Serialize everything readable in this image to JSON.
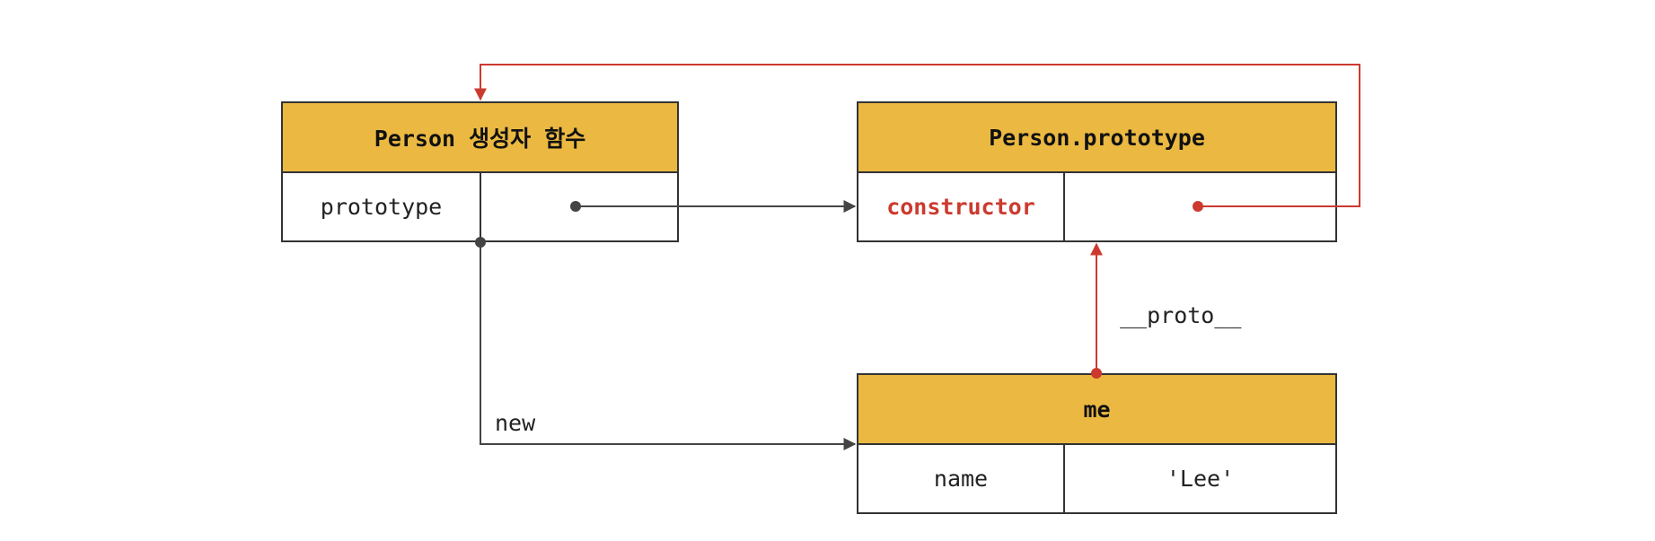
{
  "colors": {
    "header": "#ebb942",
    "border": "#333333",
    "arrow_dark": "#444444",
    "arrow_red": "#cc3a2f"
  },
  "constructor_box": {
    "title": "Person 생성자 함수",
    "key": "prototype"
  },
  "prototype_box": {
    "title": "Person.prototype",
    "key": "constructor"
  },
  "instance_box": {
    "title": "me",
    "key": "name",
    "value": "'Lee'"
  },
  "edge_labels": {
    "new": "new",
    "proto": "__proto__"
  }
}
